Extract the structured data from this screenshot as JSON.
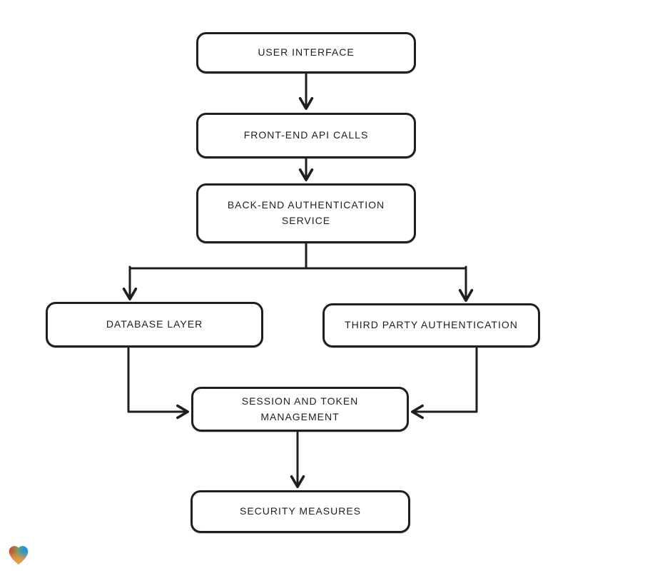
{
  "diagram": {
    "type": "flowchart",
    "stroke_color": "#1e1e1e",
    "background_color": "#ffffff",
    "nodes": [
      {
        "id": "user-interface",
        "label": "USER INTERFACE"
      },
      {
        "id": "front-end-api-calls",
        "label": "FRONT-END API CALLS"
      },
      {
        "id": "back-end-authentication-service",
        "label": "BACK-END AUTHENTICATION SERVICE"
      },
      {
        "id": "database-layer",
        "label": "DATABASE LAYER"
      },
      {
        "id": "third-party-authentication",
        "label": "THIRD PARTY AUTHENTICATION"
      },
      {
        "id": "session-and-token-management",
        "label": "SESSION AND TOKEN MANAGEMENT"
      },
      {
        "id": "security-measures",
        "label": "SECURITY MEASURES"
      }
    ],
    "edges": [
      {
        "from": "user-interface",
        "to": "front-end-api-calls"
      },
      {
        "from": "front-end-api-calls",
        "to": "back-end-authentication-service"
      },
      {
        "from": "back-end-authentication-service",
        "to": "database-layer"
      },
      {
        "from": "back-end-authentication-service",
        "to": "third-party-authentication"
      },
      {
        "from": "database-layer",
        "to": "session-and-token-management"
      },
      {
        "from": "third-party-authentication",
        "to": "session-and-token-management"
      },
      {
        "from": "session-and-token-management",
        "to": "security-measures"
      }
    ]
  },
  "branding": {
    "logo": "gradient-heart-icon",
    "logo_colors": {
      "red": "#e23b2e",
      "green": "#7a9e5a",
      "blue": "#2497d3",
      "orange": "#f49b3e"
    }
  }
}
